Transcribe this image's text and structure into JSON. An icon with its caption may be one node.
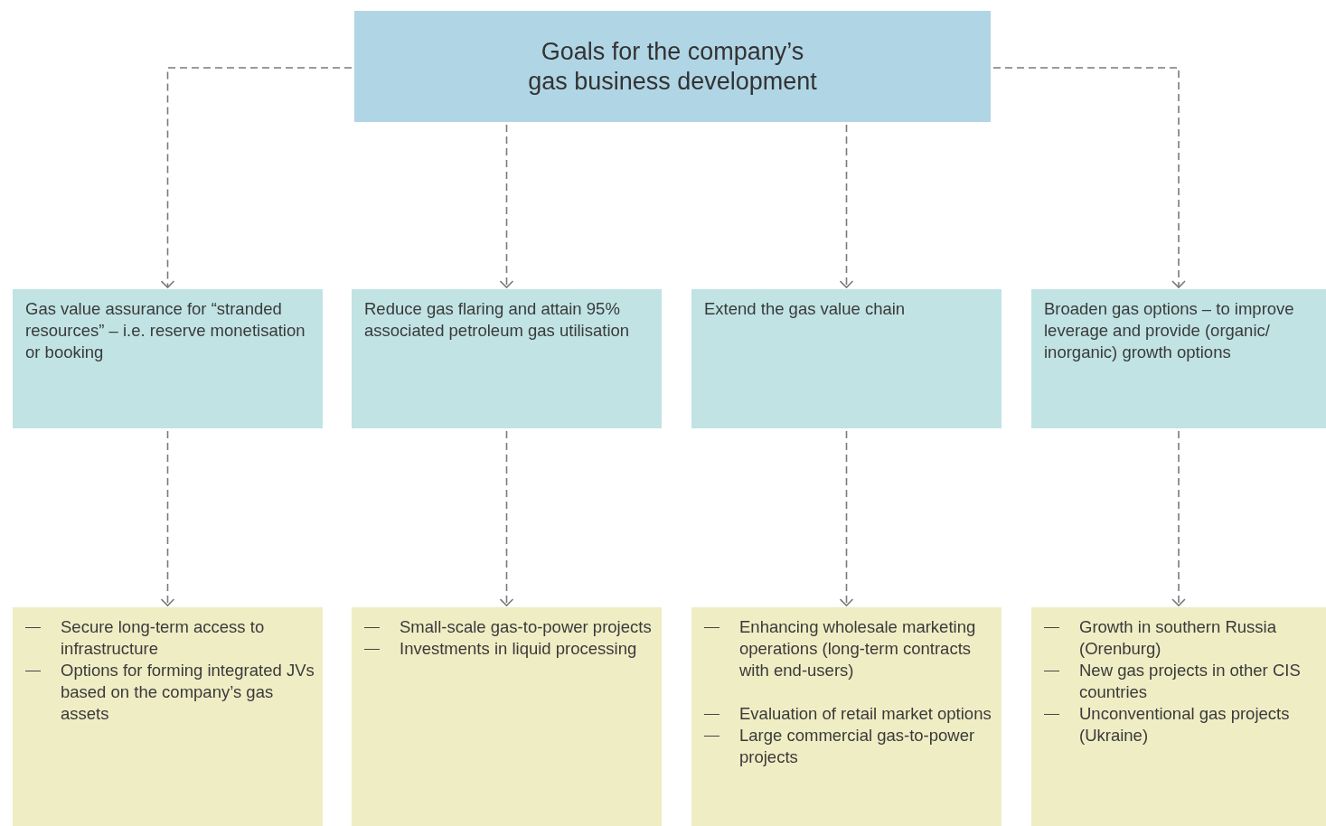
{
  "diagram": {
    "nodes": [
      {
        "text": [
          "Goals for the company’s gas business development"
        ]
      },
      {
        "text": [
          "Gas value assurance for “stranded resources” – i.e. reserve monetisation or booking"
        ]
      },
      {
        "text": [
          "Reduce gas flaring and attain 95% associated petroleum gas utilisation"
        ]
      },
      {
        "text": [
          "Extend the gas value chain"
        ]
      },
      {
        "text": [
          "Broaden gas options – to improve leverage and provide (organic/ inorganic) growth options"
        ]
      },
      {
        "text": [
          "Secure long-term access to infrastructure",
          "Options for forming integrated JVs based on the company’s gas assets"
        ]
      },
      {
        "text": [
          "Small-scale gas-to-power projects",
          "Investments in liquid processing"
        ]
      },
      {
        "text": [
          "Enhancing wholesale marketing operations (long-term contracts with end-users)",
          "Evaluation of retail market options",
          "Large commercial gas-to-power projects"
        ]
      },
      {
        "text": [
          "Growth in southern Russia (Orenburg)",
          "New gas projects in other CIS countries",
          "Unconventional gas projects (Ukraine)"
        ]
      }
    ],
    "edges": [
      {
        "from": 0,
        "to": 1,
        "arrow": "to",
        "style": "dashed"
      },
      {
        "from": 0,
        "to": 2,
        "arrow": "to",
        "style": "dashed"
      },
      {
        "from": 0,
        "to": 3,
        "arrow": "to",
        "style": "dashed"
      },
      {
        "from": 0,
        "to": 4,
        "arrow": "to",
        "style": "dashed"
      },
      {
        "from": 1,
        "to": 5,
        "arrow": "to",
        "style": "dashed"
      },
      {
        "from": 2,
        "to": 6,
        "arrow": "to",
        "style": "dashed"
      },
      {
        "from": 3,
        "to": 7,
        "arrow": "to",
        "style": "dashed"
      },
      {
        "from": 4,
        "to": 8,
        "arrow": "to",
        "style": "dashed"
      }
    ]
  }
}
